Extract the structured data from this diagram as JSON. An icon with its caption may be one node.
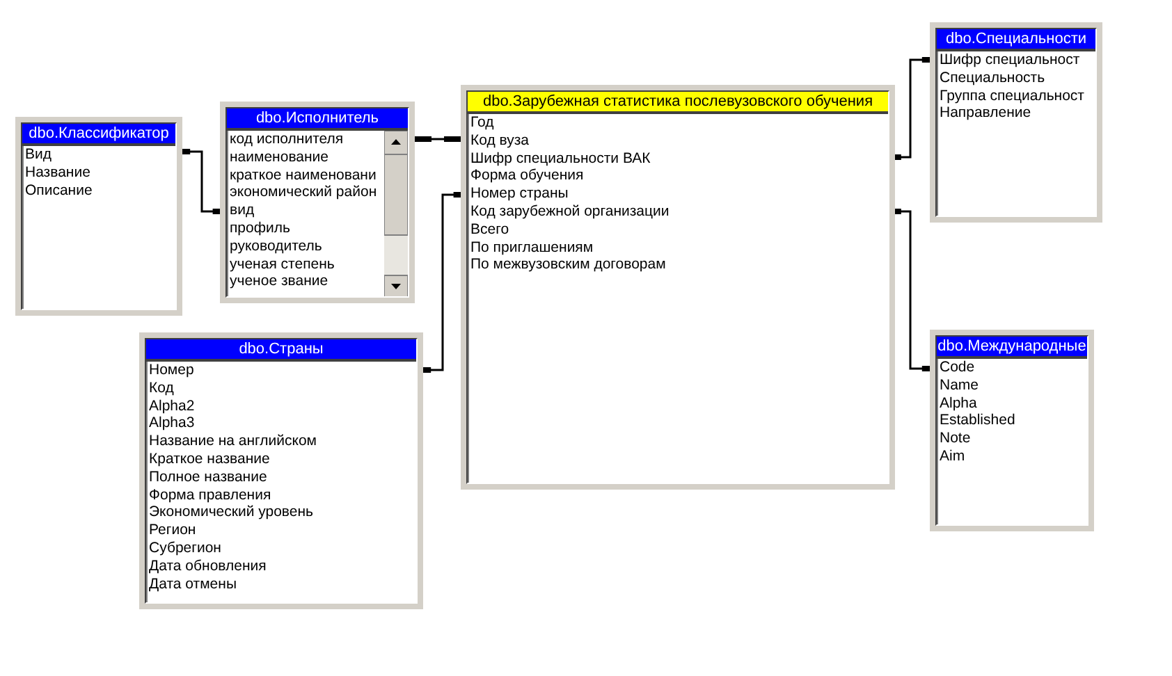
{
  "diagram": {
    "nodes": [
      {
        "text": [
          "dbo.Классификатор",
          "Вид",
          "Название",
          "Описание"
        ]
      },
      {
        "text": [
          "dbo.Исполнитель",
          "код исполнителя",
          "наименование",
          "краткое наименовани",
          "экономический район",
          "вид",
          "профиль",
          "руководитель",
          "ученая степень",
          "ученое звание"
        ]
      },
      {
        "text": [
          "dbo.Зарубежная статистика послевузовского обучения",
          "Год",
          "Код вуза",
          "Шифр специальности ВАК",
          "Форма обучения",
          "Номер страны",
          "Код зарубежной организации",
          "Всего",
          "По приглашениям",
          "По межвузовским договорам"
        ]
      },
      {
        "text": [
          "dbo.Специальности",
          "Шифр специальност",
          "Специальность",
          "Группа специальност",
          "Направление"
        ]
      },
      {
        "text": [
          "dbo.Страны",
          "Номер",
          "Код",
          "Alpha2",
          "Alpha3",
          "Название на английском",
          "Краткое название",
          "Полное название",
          "Форма правления",
          "Экономический уровень",
          "Регион",
          "Субрегион",
          "Дата обновления",
          "Дата отмены"
        ]
      },
      {
        "text": [
          "dbo.Международные",
          "Code",
          "Name",
          "Alpha",
          "Established",
          "Note",
          "Aim"
        ]
      }
    ],
    "edges": [
      {
        "from": 0,
        "to": 1,
        "arrow": "none"
      },
      {
        "from": 1,
        "to": 2,
        "arrow": "none"
      },
      {
        "from": 4,
        "to": 2,
        "arrow": "none"
      },
      {
        "from": 2,
        "to": 3,
        "arrow": "none"
      },
      {
        "from": 2,
        "to": 5,
        "arrow": "none"
      }
    ]
  }
}
